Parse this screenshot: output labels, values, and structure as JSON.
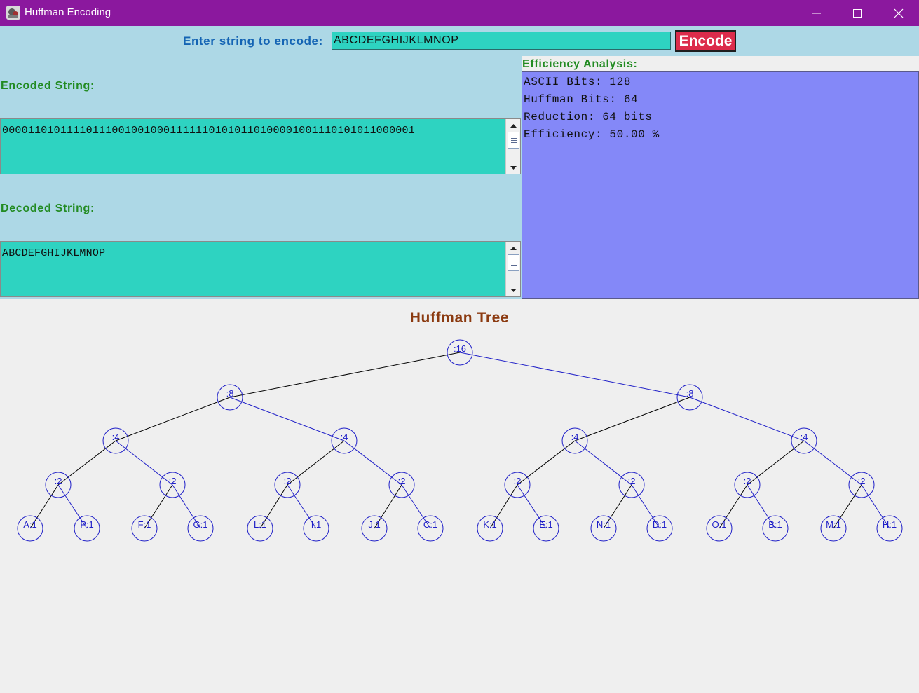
{
  "window": {
    "title": "Huffman Encoding"
  },
  "input": {
    "label": "Enter string to encode:",
    "value": "ABCDEFGHIJKLMNOP",
    "encode_label": "Encode"
  },
  "encoded": {
    "label": "Encoded String:",
    "value": "0000110101111011100100100011111101010110100001001110101011000001"
  },
  "decoded": {
    "label": "Decoded String:",
    "value": "ABCDEFGHIJKLMNOP"
  },
  "efficiency": {
    "label": "Efficiency Analysis:",
    "lines": [
      "ASCII Bits: 128",
      "Huffman Bits: 64",
      "Reduction: 64 bits",
      "Efficiency: 50.00 %"
    ]
  },
  "tree": {
    "title": "Huffman Tree",
    "root": ":16",
    "level1": [
      ":8",
      ":8"
    ],
    "level2": [
      ":4",
      ":4",
      ":4",
      ":4"
    ],
    "level3": [
      ":2",
      ":2",
      ":2",
      ":2",
      ":2",
      ":2",
      ":2",
      ":2"
    ],
    "leaves": [
      "A:1",
      "P:1",
      "F:1",
      "G:1",
      "L:1",
      "I:1",
      "J:1",
      "C:1",
      "K:1",
      "E:1",
      "N:1",
      "D:1",
      "O:1",
      "B:1",
      "M:1",
      "H:1"
    ],
    "node_color": "#2020c8",
    "left_edge_color": "#000000",
    "right_edge_color": "#2020c8"
  },
  "colors": {
    "titlebar": "#8b189e",
    "panel": "#add8e6",
    "textbox": "#2ed3c1",
    "efficiency_box": "#8488f8",
    "encode_button": "#dc2b4b",
    "label_green": "#228b22",
    "label_blue": "#1464b4",
    "tree_title": "#8b3a10"
  }
}
